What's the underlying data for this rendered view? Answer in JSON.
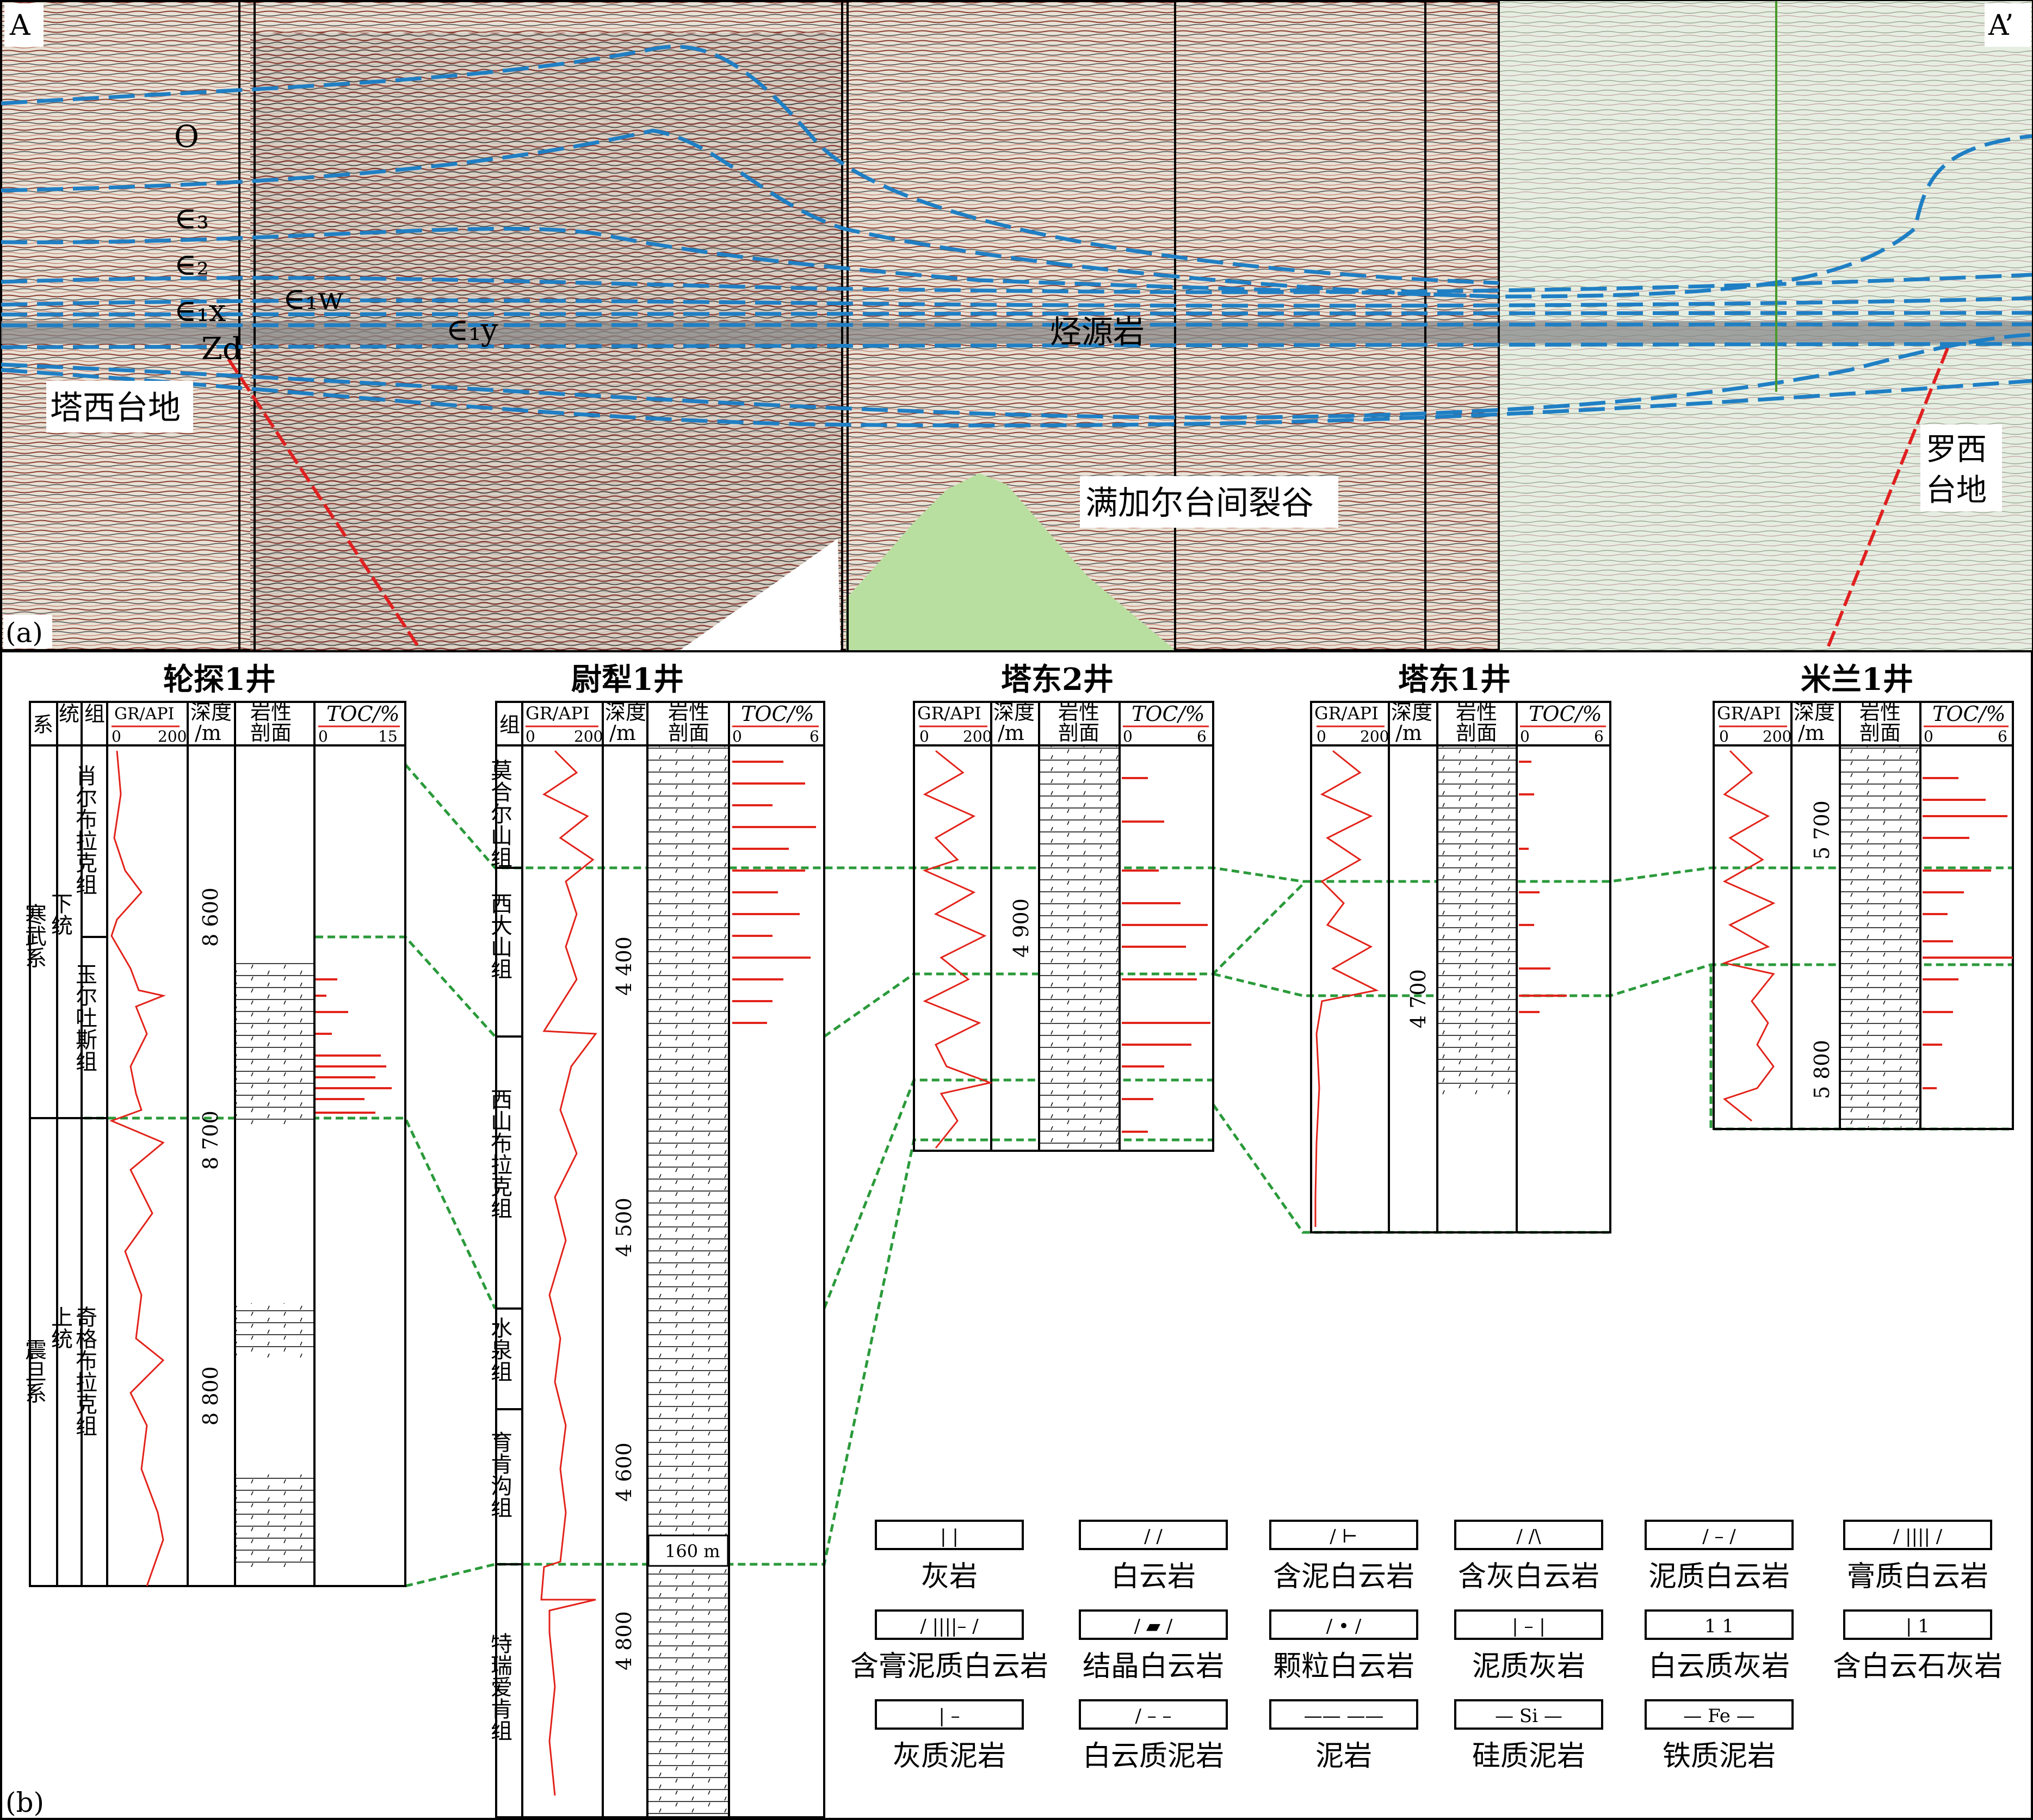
{
  "panel_a": {
    "panel_label": "(a)",
    "label_left": "A",
    "label_right": "A’",
    "region_left": "塔西台地",
    "region_right": [
      "罗西",
      "台地"
    ],
    "rift": "满加尔台间裂谷",
    "source_rock": "烃源岩",
    "strata": {
      "O": "O",
      "e3": "∈₃",
      "e2": "∈₂",
      "e1x": "∈₁x",
      "e1w": "∈₁w",
      "e1y": "∈₁y",
      "zd": "Zd"
    }
  },
  "panel_b": {
    "panel_label": "(b)",
    "wells": [
      {
        "name": "轮探1井",
        "gr_scale": [
          "0",
          "200"
        ],
        "toc_scale": [
          "0",
          "15"
        ],
        "depths": [
          "8 600",
          "8 700",
          "8 800"
        ]
      },
      {
        "name": "尉犁1井",
        "gr_scale": [
          "0",
          "200"
        ],
        "toc_scale": [
          "0",
          "6"
        ],
        "depths": [
          "4 400",
          "4 500",
          "4 600",
          "4 800"
        ],
        "gap": "160 m"
      },
      {
        "name": "塔东2井",
        "gr_scale": [
          "0",
          "200"
        ],
        "toc_scale": [
          "0",
          "6"
        ],
        "depths": [
          "4 900"
        ]
      },
      {
        "name": "塔东1井",
        "gr_scale": [
          "0",
          "200"
        ],
        "toc_scale": [
          "0",
          "6"
        ],
        "depths": [
          "4 700"
        ]
      },
      {
        "name": "米兰1井",
        "gr_scale": [
          "0",
          "200"
        ],
        "toc_scale": [
          "0",
          "6"
        ],
        "depths": [
          "5 700",
          "5 800"
        ]
      }
    ],
    "headers": {
      "system": "系",
      "series": "统",
      "formation": "组",
      "gr": "GR/API",
      "depth": "深度",
      "depth_unit": "/m",
      "litho1": "岩性",
      "litho2": "剖面",
      "toc": "TOC/%"
    },
    "well1_columns": {
      "system_upper": "寒武系",
      "system_lower": "震旦系",
      "series_upper": "下统",
      "series_lower": "上统",
      "formations": [
        "肖尔布拉克组",
        "玉尔吐斯组",
        "奇格布拉克组"
      ]
    },
    "well2_formations": [
      "莫合尔山组",
      "西大山组",
      "西山布拉克组",
      "水泉组",
      "育肯沟组",
      "特瑞爱肯组"
    ],
    "legend": [
      {
        "name": "灰岩",
        "pattern": "|   |"
      },
      {
        "name": "白云岩",
        "pattern": "/   /"
      },
      {
        "name": "含泥白云岩",
        "pattern": "/   ⊢"
      },
      {
        "name": "含灰白云岩",
        "pattern": "/   /\\"
      },
      {
        "name": "泥质白云岩",
        "pattern": "/ – /"
      },
      {
        "name": "膏质白云岩",
        "pattern": "/ |||| /"
      },
      {
        "name": "含膏泥质白云岩",
        "pattern": "/ ||||– /"
      },
      {
        "name": "结晶白云岩",
        "pattern": "/ ▰ /"
      },
      {
        "name": "颗粒白云岩",
        "pattern": "/ • /"
      },
      {
        "name": "泥质灰岩",
        "pattern": "| – |"
      },
      {
        "name": "白云质灰岩",
        "pattern": "1   1"
      },
      {
        "name": "含白云石灰岩",
        "pattern": "|   1"
      },
      {
        "name": "灰质泥岩",
        "pattern": "|   –"
      },
      {
        "name": "白云质泥岩",
        "pattern": "/ – –"
      },
      {
        "name": "泥岩",
        "pattern": "——  ——"
      },
      {
        "name": "硅质泥岩",
        "pattern": "— Si —"
      },
      {
        "name": "铁质泥岩",
        "pattern": "— Fe —"
      }
    ]
  },
  "colors": {
    "horizon": "#1f7fc4",
    "correlation": "#2a9a3a",
    "log": "#e2231a",
    "fault": "#e02020",
    "basement": "#b8dfa0"
  }
}
